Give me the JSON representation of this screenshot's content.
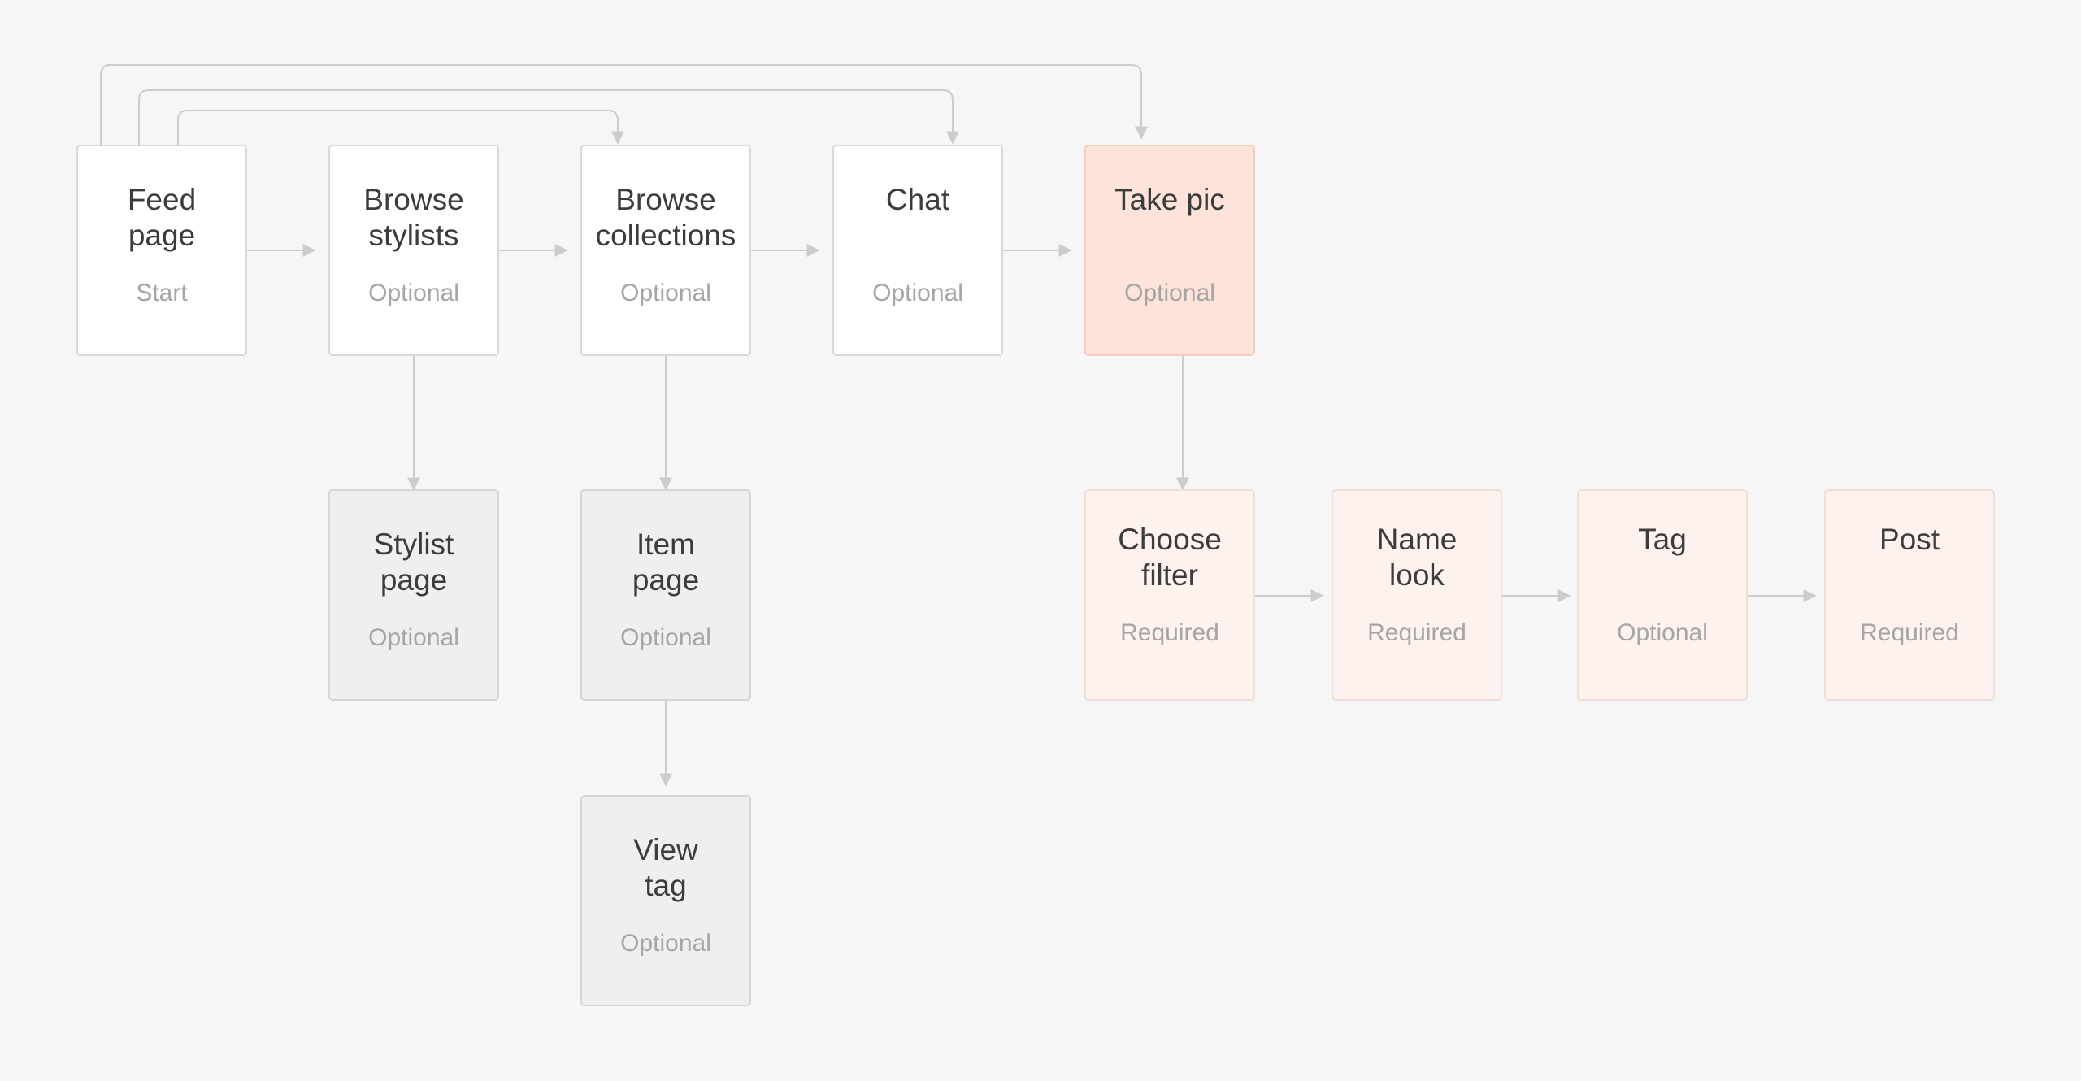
{
  "colors": {
    "background": "#f6f6f6",
    "connector": "#cccccc",
    "node_default": "#ffffff",
    "node_secondary": "#efefef",
    "node_highlight": "#fde3d9",
    "node_highlight_light": "#fdf2ee"
  },
  "nodes": {
    "feed_page": {
      "title_line1": "Feed",
      "title_line2": "page",
      "status": "Start"
    },
    "browse_stylists": {
      "title_line1": "Browse",
      "title_line2": "stylists",
      "status": "Optional"
    },
    "browse_collections": {
      "title_line1": "Browse",
      "title_line2": "collections",
      "status": "Optional"
    },
    "chat": {
      "title_line1": "Chat",
      "title_line2": "",
      "status": "Optional"
    },
    "take_pic": {
      "title_line1": "Take pic",
      "title_line2": "",
      "status": "Optional"
    },
    "stylist_page": {
      "title_line1": "Stylist",
      "title_line2": "page",
      "status": "Optional"
    },
    "item_page": {
      "title_line1": "Item",
      "title_line2": "page",
      "status": "Optional"
    },
    "view_tag": {
      "title_line1": "View",
      "title_line2": "tag",
      "status": "Optional"
    },
    "choose_filter": {
      "title_line1": "Choose",
      "title_line2": "filter",
      "status": "Required"
    },
    "name_look": {
      "title_line1": "Name",
      "title_line2": "look",
      "status": "Required"
    },
    "tag": {
      "title_line1": "Tag",
      "title_line2": "",
      "status": "Optional"
    },
    "post": {
      "title_line1": "Post",
      "title_line2": "",
      "status": "Required"
    }
  }
}
